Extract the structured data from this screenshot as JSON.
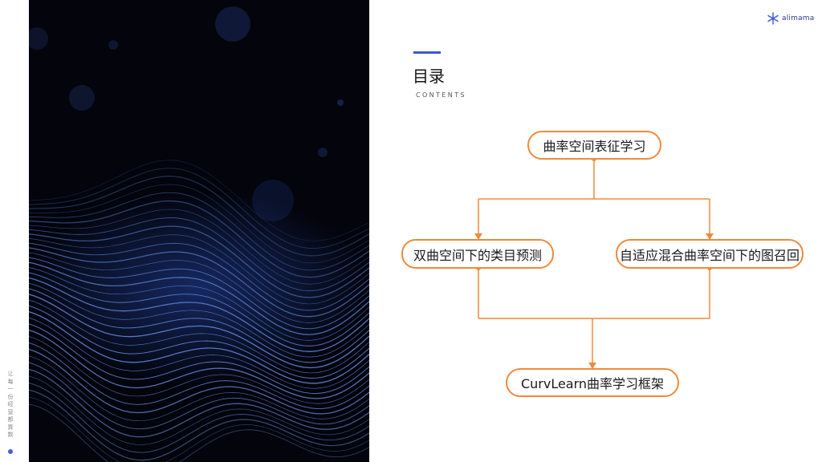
{
  "side": {
    "slogan": "让每一份经营都算数"
  },
  "logo": {
    "text": "alimama",
    "icon": "snowflake-icon"
  },
  "header": {
    "title": "目录",
    "subtitle": "CONTENTS"
  },
  "flow": {
    "top": "曲率空间表征学习",
    "left": "双曲空间下的类目预测",
    "right": "自适应混合曲率空间下的图召回",
    "bottom": "CurvLearn曲率学习框架"
  },
  "colors": {
    "accent": "#3d55e0",
    "flow_orange": "#ef8a3a",
    "photo_bg": "#03040c",
    "wave_blue": "#4f7dff"
  }
}
